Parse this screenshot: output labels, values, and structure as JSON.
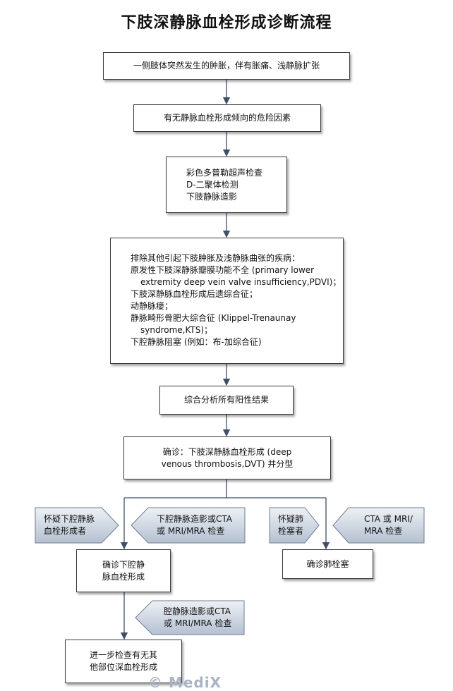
{
  "title": "下肢深静脉血栓形成诊断流程",
  "boxes": {
    "b1": "一侧肢体突然发生的肿胀，伴有胀痛、浅静脉扩张",
    "b2": "有无静脉血栓形成倾向的危险因素",
    "b3": [
      "彩色多普勒超声检查",
      "D-二聚体检测",
      "下肢静脉造影"
    ],
    "b4": [
      "排除其他引起下肢肿胀及浅静脉曲张的疾病：",
      "原发性下肢深静脉瓣膜功能不全 (primary lower",
      "extremity deep vein valve insufficiency,PDVI)；",
      "下肢深静脉血栓形成后遗综合征；",
      "动静脉瘘；",
      "静脉畸形骨肥大综合征 (Klippel-Trenaunay",
      "syndrome,KTS)；",
      "下腔静脉阻塞 (例如：布-加综合征)"
    ],
    "b5": "综合分析所有阳性结果",
    "b6": [
      "确诊：下肢深静脉血栓形成 (deep",
      "venous thrombosis,DVT) 并分型"
    ],
    "b7": [
      "确诊下腔静",
      "脉血栓形成"
    ],
    "b8": "确诊肺栓塞",
    "b9": [
      "进一步检查有无其",
      "他部位深血栓形成"
    ]
  },
  "pentagons": {
    "p1": [
      "怀疑下腔静脉",
      "血栓形成者"
    ],
    "p2": [
      "下腔静脉造影或CTA",
      "或 MRI/MRA 检查"
    ],
    "p3": [
      "怀疑肺",
      "栓塞者"
    ],
    "p4": [
      "CTA 或 MRI/",
      "MRA 检查"
    ],
    "p5": [
      "腔静脉造影或CTA",
      "或 MRI/MRA 检查"
    ]
  },
  "watermark": "© MediX",
  "colors": {
    "box_border": "#3a3a3a",
    "arrow": "#3f4f66",
    "pentagon_fill_top": "#eef1f5",
    "pentagon_fill_bottom": "#b4c1d1"
  }
}
